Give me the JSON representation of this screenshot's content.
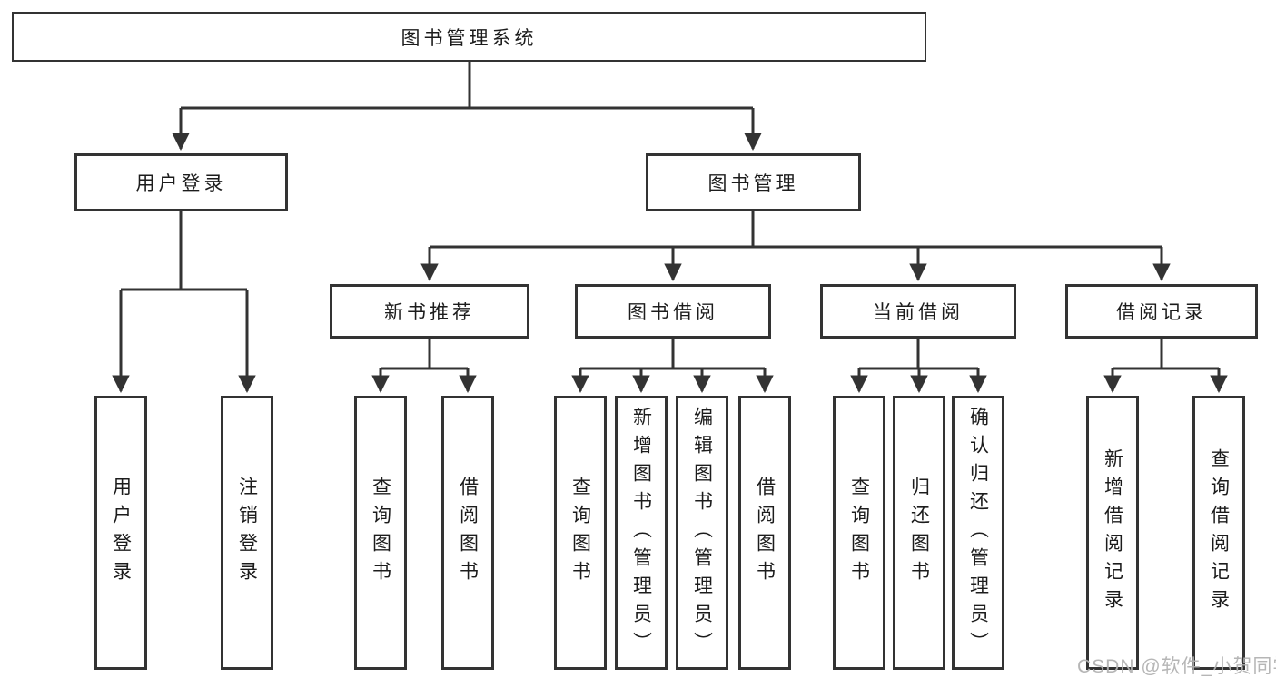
{
  "diagram": {
    "root": {
      "label": "图书管理系统"
    },
    "level2": {
      "user_login": {
        "label": "用户登录"
      },
      "book_mgmt": {
        "label": "图书管理"
      }
    },
    "level3": {
      "new_book_recommend": {
        "label": "新书推荐"
      },
      "book_borrow": {
        "label": "图书借阅"
      },
      "current_borrow": {
        "label": "当前借阅"
      },
      "borrow_records": {
        "label": "借阅记录"
      }
    },
    "leaves": {
      "user_login_login": {
        "label": "用户登录",
        "parent": "用户登录"
      },
      "user_login_logout": {
        "label": "注销登录",
        "parent": "用户登录"
      },
      "new_book_query": {
        "label": "查询图书",
        "parent": "新书推荐"
      },
      "new_book_borrow": {
        "label": "借阅图书",
        "parent": "新书推荐"
      },
      "borrow_query": {
        "label": "查询图书",
        "parent": "图书借阅"
      },
      "borrow_add": {
        "label": "新增图书（管理员）",
        "parent": "图书借阅"
      },
      "borrow_edit": {
        "label": "编辑图书（管理员）",
        "parent": "图书借阅"
      },
      "borrow_borrow": {
        "label": "借阅图书",
        "parent": "图书借阅"
      },
      "current_query": {
        "label": "查询图书",
        "parent": "当前借阅"
      },
      "current_return": {
        "label": "归还图书",
        "parent": "当前借阅"
      },
      "current_confirm": {
        "label": "确认归还（管理员）",
        "parent": "当前借阅"
      },
      "records_add": {
        "label": "新增借阅记录",
        "parent": "借阅记录"
      },
      "records_query": {
        "label": "查询借阅记录",
        "parent": "借阅记录"
      }
    },
    "watermark": "CSDN @软件_小贺同学",
    "colors": {
      "line": "#333333",
      "box_border": "#333333",
      "box_background": "#ffffff",
      "text": "#1c1c1c",
      "watermark": "#b2b2b2",
      "page_background": "#ffffff"
    }
  }
}
